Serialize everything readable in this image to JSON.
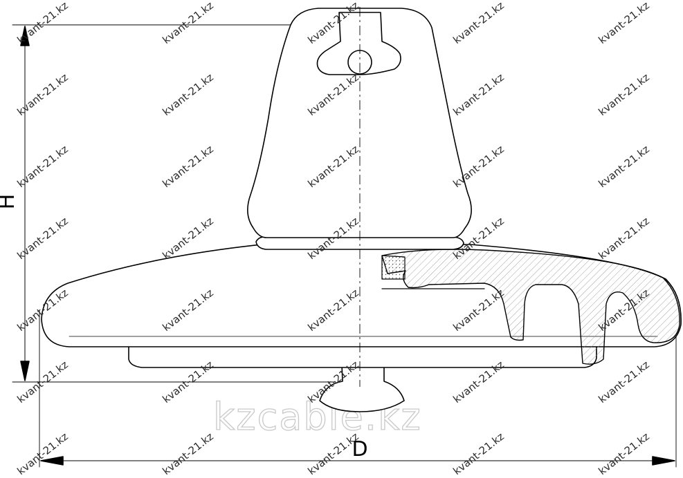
{
  "dimensions": {
    "height_label": "H",
    "diameter_label": "D"
  },
  "watermark": {
    "text": "kvant-21.kz",
    "brand": "kzcable.kz"
  }
}
